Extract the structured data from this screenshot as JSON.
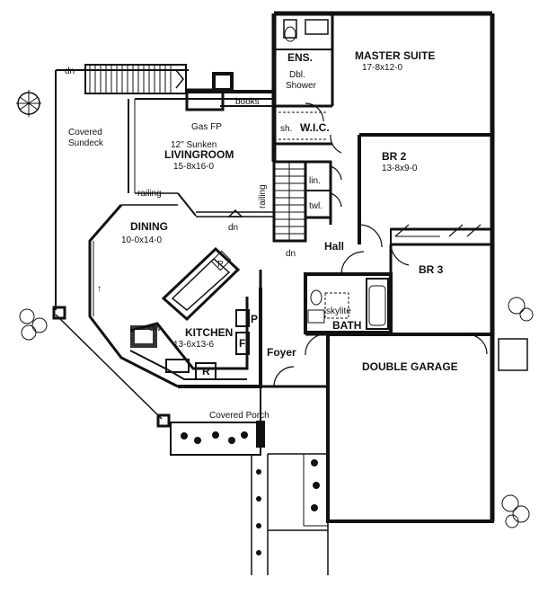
{
  "rooms": {
    "master_suite": {
      "name": "MASTER SUITE",
      "size": "17-8x12-0"
    },
    "ensuite": {
      "name": "ENS."
    },
    "dbl_shower": {
      "line1": "Dbl.",
      "line2": "Shower"
    },
    "shower": {
      "name": "sh."
    },
    "wic": {
      "name": "W.I.C."
    },
    "br2": {
      "name": "BR 2",
      "size": "13-8x9-0"
    },
    "br3": {
      "name": "BR 3"
    },
    "living": {
      "line1": "12\" Sunken",
      "name": "LIVINGROOM",
      "size": "15-8x16-0"
    },
    "dining": {
      "name": "DINING",
      "size": "10-0x14-0"
    },
    "kitchen": {
      "name": "KITCHEN",
      "size": "13-6x13-6"
    },
    "bath": {
      "name": "BATH",
      "skylite": "skylite"
    },
    "hall": {
      "name": "Hall"
    },
    "foyer": {
      "name": "Foyer"
    },
    "garage": {
      "name": "DOUBLE GARAGE"
    },
    "sundeck": {
      "line1": "Covered",
      "line2": "Sundeck"
    },
    "porch": {
      "name": "Covered Porch"
    },
    "linen": {
      "name": "lin."
    },
    "towel": {
      "name": "twl."
    }
  },
  "fixtures": {
    "gas_fp": "Gas FP",
    "books": "books",
    "railing": "railing",
    "dn": "dn",
    "dw": "dw",
    "pantry": "P",
    "fridge": "F",
    "range": "R",
    "up_arrow": "↑"
  }
}
